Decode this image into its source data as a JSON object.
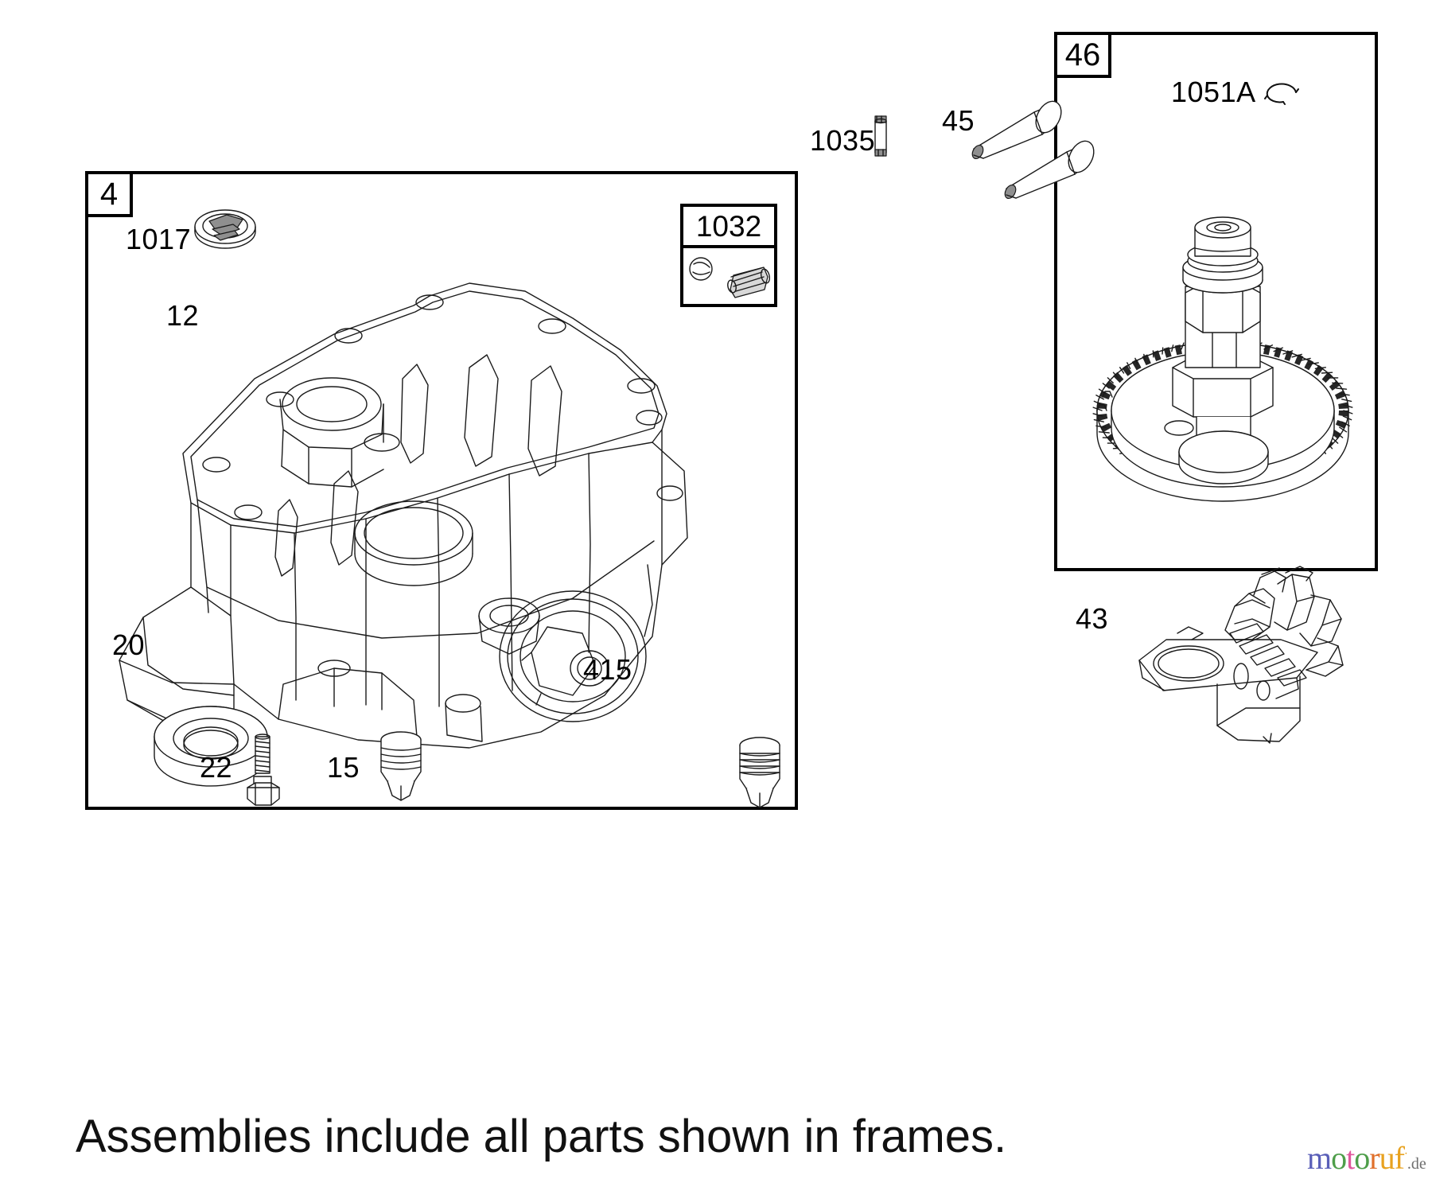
{
  "document": {
    "type": "parts-diagram",
    "caption": "Assemblies include all parts shown in frames.",
    "background_color": "#ffffff",
    "line_color": "#1a1a1a"
  },
  "frames": [
    {
      "id": "frame-4",
      "tag": "4",
      "title": "4",
      "subframe": {
        "tag": "1032",
        "label": "1032"
      }
    },
    {
      "id": "frame-46",
      "tag": "46",
      "title": "46"
    }
  ],
  "callouts": {
    "c1017": "1017",
    "c12": "12",
    "c20": "20",
    "c415": "415",
    "c1032": "1032",
    "c22": "22",
    "c15": "15",
    "c1035": "1035",
    "c45": "45",
    "c1051a": "1051A",
    "c46": "46",
    "c4": "4",
    "c43": "43"
  },
  "parts": [
    {
      "ref": "4",
      "name": "crankcase-sump-assembly-frame",
      "location": "left-frame"
    },
    {
      "ref": "1017",
      "name": "oil-seal-retainer",
      "location": "left-frame"
    },
    {
      "ref": "12",
      "name": "crankcase-sump-cover",
      "location": "left-frame"
    },
    {
      "ref": "20",
      "name": "oil-seal",
      "location": "left-frame"
    },
    {
      "ref": "415",
      "name": "oil-drain-plug",
      "location": "left-frame"
    },
    {
      "ref": "1032",
      "name": "ball-and-spring-kit",
      "location": "left-frame-subframe"
    },
    {
      "ref": "22",
      "name": "hex-head-screw",
      "location": "below-left-frame"
    },
    {
      "ref": "15",
      "name": "pipe-plug",
      "location": "below-left-frame"
    },
    {
      "ref": "1035",
      "name": "roll-pin",
      "location": "between-frames"
    },
    {
      "ref": "46",
      "name": "camshaft-assembly-frame",
      "location": "right-frame"
    },
    {
      "ref": "45",
      "name": "valve-tappet",
      "location": "right-frame"
    },
    {
      "ref": "1051A",
      "name": "retaining-clip",
      "location": "right-frame"
    },
    {
      "ref": "43",
      "name": "governor-control-bracket",
      "location": "below-right-frame"
    }
  ],
  "watermark": {
    "text": "motoruf",
    "suffix": ".de",
    "letters": [
      {
        "char": "m",
        "color": "#5a5fb8"
      },
      {
        "char": "o",
        "color": "#4e9e4a"
      },
      {
        "char": "t",
        "color": "#e0579c"
      },
      {
        "char": "o",
        "color": "#4e9e4a"
      },
      {
        "char": "r",
        "color": "#e0702c"
      },
      {
        "char": "u",
        "color": "#e8a21f"
      },
      {
        "char": "f",
        "color": "#e8a21f"
      }
    ],
    "suffix_color": "#6d6d6d"
  }
}
